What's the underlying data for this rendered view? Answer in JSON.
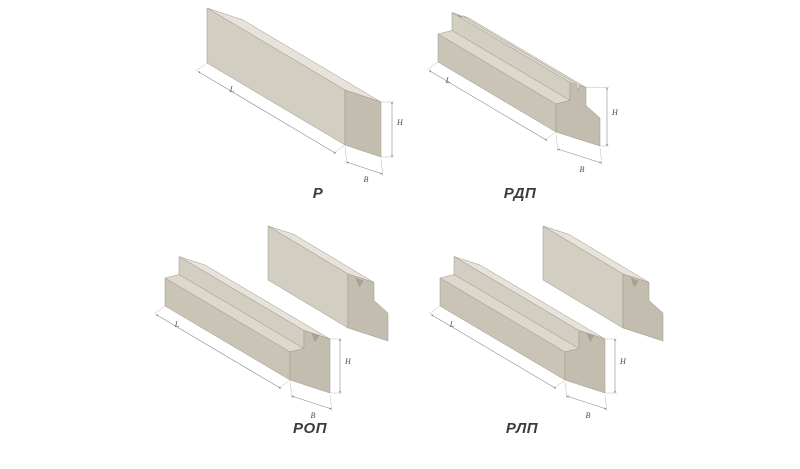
{
  "colors": {
    "background": "#ffffff",
    "face_top": "#e7e3da",
    "face_side": "#d3cec2",
    "face_shade": "#cac4b6",
    "face_end": "#c3bdb0",
    "face_haunch": "#ddd8cb",
    "face_notch": "#a9a396",
    "edge": "#9d978b",
    "dimension": "#8a8a8a",
    "label": "#3c3c3c"
  },
  "figures": [
    {
      "id": "r",
      "label": "Р",
      "pieces": 1,
      "dims": {
        "length": "L",
        "height": "H",
        "width": "B"
      }
    },
    {
      "id": "rdp",
      "label": "РДП",
      "pieces": 1,
      "dims": {
        "length": "L",
        "height": "H",
        "width": "B"
      }
    },
    {
      "id": "rop",
      "label": "РОП",
      "pieces": 2,
      "dims": {
        "length": "L",
        "height": "H",
        "width": "B"
      }
    },
    {
      "id": "rlp",
      "label": "РЛП",
      "pieces": 2,
      "dims": {
        "length": "L",
        "height": "H",
        "width": "B"
      }
    }
  ]
}
